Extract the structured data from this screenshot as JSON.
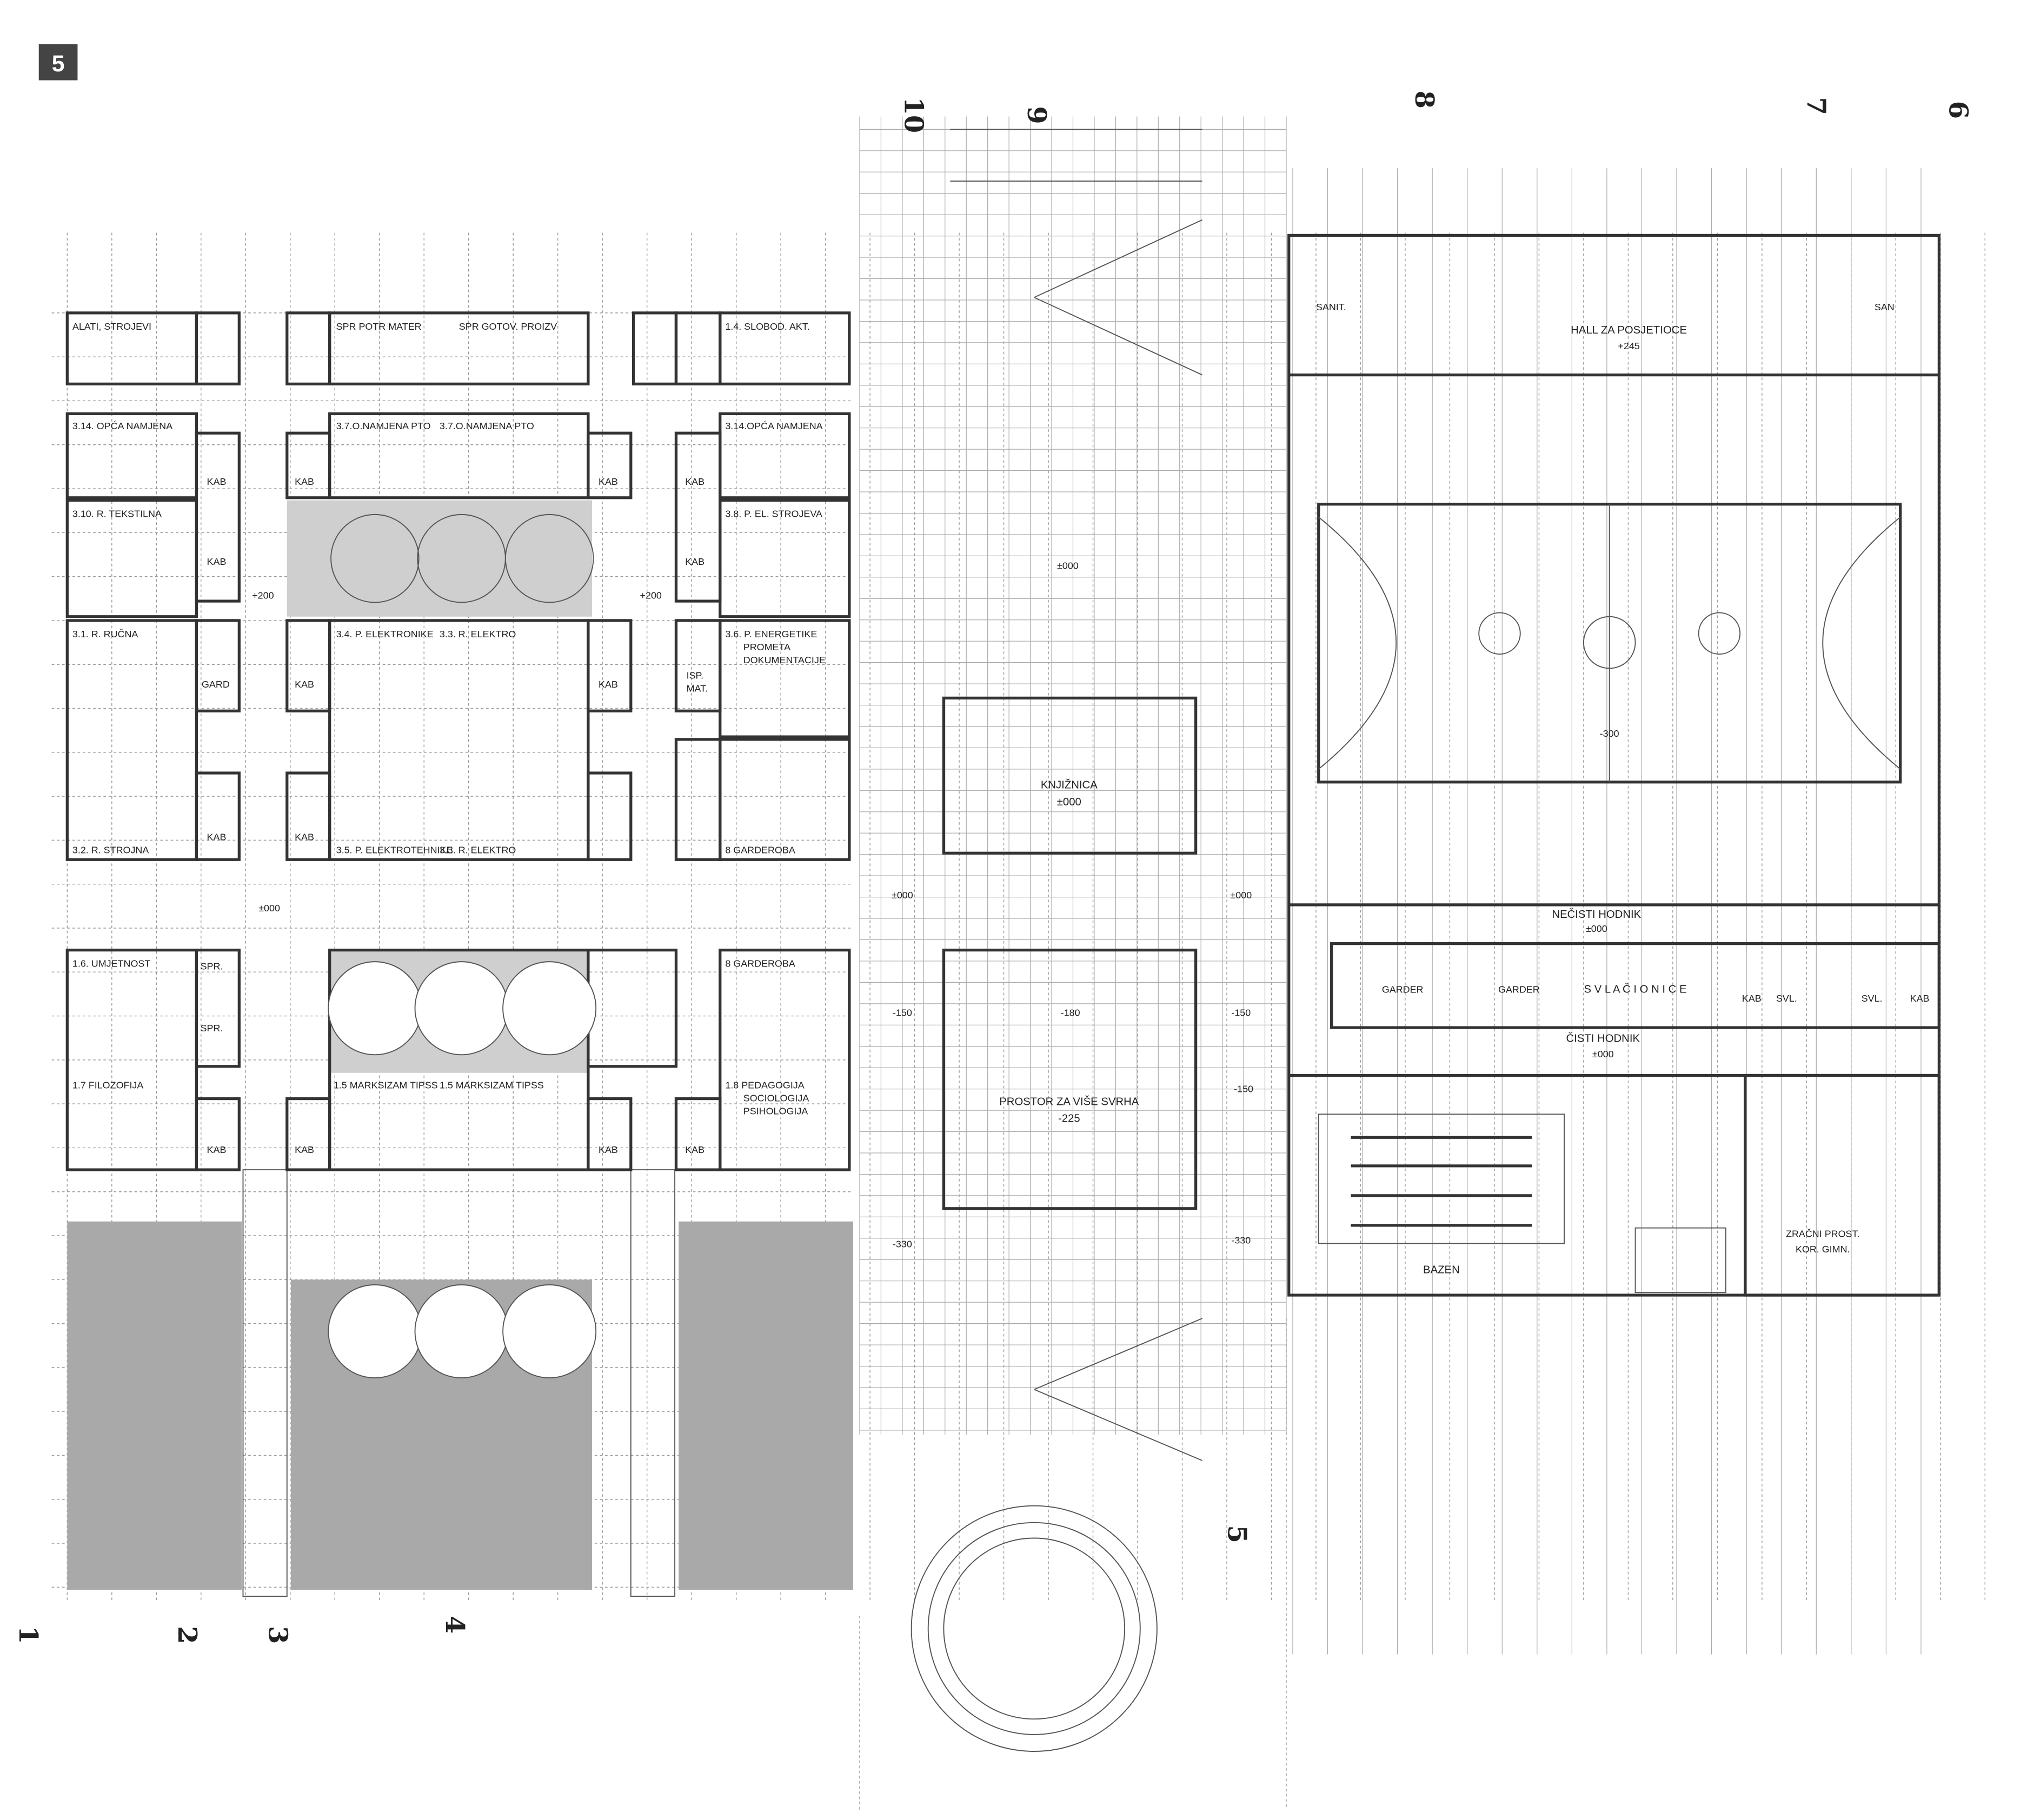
{
  "figure_number": "5",
  "axes": {
    "top": [
      "10",
      "9",
      "8",
      "7",
      "6"
    ],
    "bottom": [
      "1",
      "2",
      "3",
      "4"
    ],
    "side": "5"
  },
  "left_wing": {
    "rooms": [
      "ALATI, STROJEVI",
      "SPR POTR MATER",
      "SPR GOTOV. PROIZV",
      "1.4. SLOBOD. AKT.",
      "3.14. OPĆA NAMJENA",
      "3.7.O.NAMJENA PTO",
      "3.7.O.NAMJENA PTO",
      "3.14.OPĆA NAMJENA",
      "3.10. R. TEKSTILNA",
      "3.8. P. EL. STROJEVA",
      "3.1. R. RUČNA",
      "3.4. P. ELEKTRONIKE",
      "3.3. R. ELEKTRO",
      "3.6. P. ENERGETIKE",
      "PROMETA",
      "DOKUMENTACIJE",
      "3.2. R. STROJNA",
      "3.5. P. ELEKTROTEHNIKE",
      "3.3. R. ELEKTRO",
      "8 GARDEROBA",
      "1.6. UMJETNOST",
      "8 GARDEROBA",
      "1.7 FILOZOFIJA",
      "1.5 MARKSIZAM TIPSS",
      "1.5 MARKSIZAM TIPSS",
      "1.8 PEDAGOGIJA",
      "SOCIOLOGIJA",
      "PSIHOLOGIJA"
    ],
    "small": {
      "kab": "KAB",
      "gard": "GARD",
      "isp": "ISP.",
      "mat": "MAT.",
      "spr": "SPR."
    },
    "levels": {
      "corr": "+200",
      "ground": "±000"
    }
  },
  "center": {
    "level_main": "±000",
    "library": "KNJIŽNICA",
    "library_level": "±000",
    "multi": "PROSTOR ZA VIŠE SVRHA",
    "multi_level": "-225",
    "levels": [
      "±000",
      "±000",
      "-150",
      "-180",
      "-150",
      "-150",
      "-330",
      "-330"
    ]
  },
  "right_wing": {
    "sanit": "SANIT.",
    "san": "SAN",
    "hall": "HALL ZA POSJETIOCE",
    "hall_level": "+245",
    "court_level": "-300",
    "dirty_corridor": "NEČISTI HODNIK",
    "dirty_level": "±000",
    "garder": "GARDER",
    "changing": "S V L A Č I O N I C E",
    "kab": "KAB",
    "svl": "SVL.",
    "clean_corridor": "ČISTI HODNIK",
    "clean_level": "±000",
    "pool": "BAZEN",
    "air": "ZRAČNI PROST.",
    "air2": "KOR. GIMN."
  }
}
